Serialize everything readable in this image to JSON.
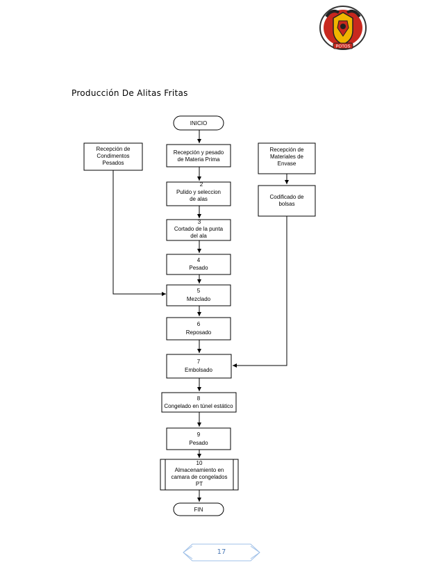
{
  "page": {
    "title": "Producción De Alitas Fritas",
    "page_number": "17"
  },
  "logo": {
    "text": "POTOS"
  },
  "flowchart": {
    "start": "INICIO",
    "end": "FIN",
    "side_inputs": {
      "condimentos": [
        "Recepción de",
        "Condimentos",
        "Pesados"
      ],
      "envase": [
        "Recepción de",
        "Materiales de",
        "Envase"
      ],
      "codificado": [
        "Codificado de",
        "bolsas"
      ]
    },
    "steps": [
      {
        "num": "",
        "lines": [
          "Recepción y pesado",
          "de Materia Prima"
        ]
      },
      {
        "num": "2",
        "lines": [
          "Pulido y seleccion",
          "de alas"
        ]
      },
      {
        "num": "3",
        "lines": [
          "Cortado de la punta",
          "del ala"
        ]
      },
      {
        "num": "4",
        "lines": [
          "Pesado"
        ]
      },
      {
        "num": "5",
        "lines": [
          "Mezclado"
        ]
      },
      {
        "num": "6",
        "lines": [
          "Reposado"
        ]
      },
      {
        "num": "7",
        "lines": [
          "Embolsado"
        ]
      },
      {
        "num": "8",
        "lines": [
          "Congelado en túnel estático"
        ]
      },
      {
        "num": "9",
        "lines": [
          "Pesado"
        ]
      },
      {
        "num": "10",
        "lines": [
          "Almacenamiento en",
          "camara de congelados",
          "PT"
        ]
      }
    ]
  }
}
